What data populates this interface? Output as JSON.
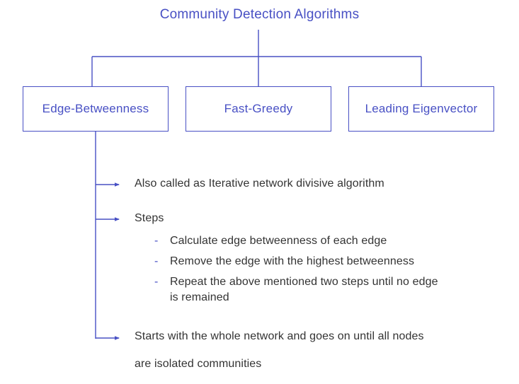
{
  "diagram": {
    "title": "Community Detection Algorithms",
    "colors": {
      "accent": "#4850c4",
      "text": "#333333",
      "background": "#ffffff"
    },
    "algorithms": [
      {
        "label": "Edge-Betweenness"
      },
      {
        "label": "Fast-Greedy"
      },
      {
        "label": "Leading Eigenvector"
      }
    ],
    "details": {
      "parent": "Edge-Betweenness",
      "branches": [
        {
          "label": "Also called as Iterative network divisive algorithm"
        },
        {
          "label": "Steps"
        },
        {
          "label": "Starts with the whole network and goes on until all nodes"
        }
      ],
      "branch_2_line2": "are isolated communities",
      "steps": [
        {
          "dash": "-",
          "label": "Calculate edge betweenness of each edge"
        },
        {
          "dash": "-",
          "label": "Remove the edge with the highest betweenness"
        },
        {
          "dash": "-",
          "label": "Repeat the above mentioned two steps until no edge\n is remained"
        }
      ]
    }
  }
}
